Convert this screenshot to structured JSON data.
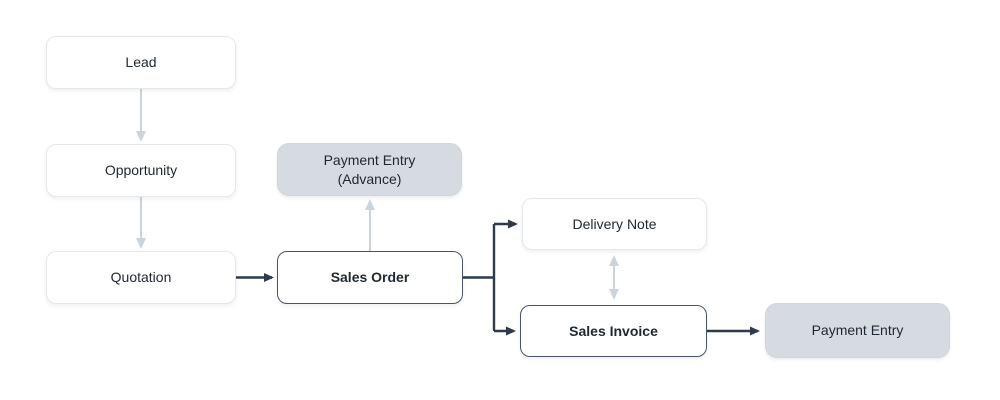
{
  "diagram": {
    "nodes": {
      "lead": {
        "label": "Lead",
        "emphasis": "normal"
      },
      "opportunity": {
        "label": "Opportunity",
        "emphasis": "normal"
      },
      "quotation": {
        "label": "Quotation",
        "emphasis": "normal"
      },
      "payment_entry_advance": {
        "line1": "Payment Entry",
        "line2": "(Advance)",
        "emphasis": "muted"
      },
      "sales_order": {
        "label": "Sales Order",
        "emphasis": "strong"
      },
      "delivery_note": {
        "label": "Delivery Note",
        "emphasis": "normal"
      },
      "sales_invoice": {
        "label": "Sales Invoice",
        "emphasis": "strong"
      },
      "payment_entry": {
        "label": "Payment Entry",
        "emphasis": "muted"
      }
    },
    "edges": [
      {
        "from": "Lead",
        "to": "Opportunity",
        "style": "light",
        "bidirectional": false
      },
      {
        "from": "Opportunity",
        "to": "Quotation",
        "style": "light",
        "bidirectional": false
      },
      {
        "from": "Quotation",
        "to": "Sales Order",
        "style": "dark",
        "bidirectional": false
      },
      {
        "from": "Sales Order",
        "to": "Payment Entry (Advance)",
        "style": "light",
        "bidirectional": false
      },
      {
        "from": "Sales Order",
        "to": "Delivery Note",
        "style": "dark",
        "bidirectional": false
      },
      {
        "from": "Sales Order",
        "to": "Sales Invoice",
        "style": "dark",
        "bidirectional": false
      },
      {
        "from": "Delivery Note",
        "to": "Sales Invoice",
        "style": "light",
        "bidirectional": true
      },
      {
        "from": "Sales Invoice",
        "to": "Payment Entry",
        "style": "dark",
        "bidirectional": false
      }
    ],
    "colors": {
      "background": "#ffffff",
      "node_fill": "#ffffff",
      "node_border_light": "#e4e8ed",
      "node_border_strong": "#4b5568",
      "node_fill_muted": "#d5dbe1",
      "arrow_dark": "#2f3a4b",
      "arrow_light": "#ccd3da",
      "text": "#1f2733"
    }
  }
}
